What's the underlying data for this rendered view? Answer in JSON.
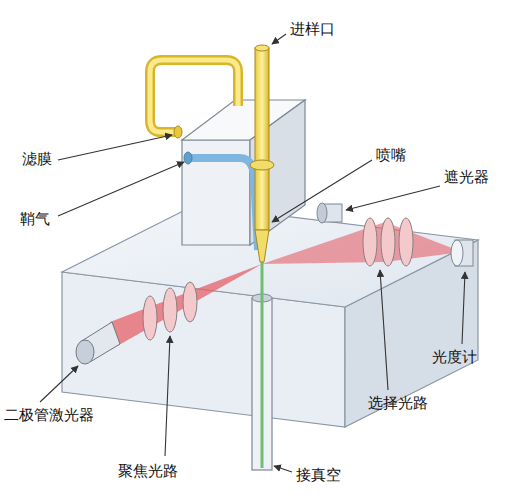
{
  "diagram": {
    "labels": [
      "进样口",
      "滤膜",
      "喷嘴",
      "遮光器",
      "鞘气",
      "二极管激光器",
      "光度计",
      "选择光路",
      "聚焦光路",
      "接真空"
    ]
  }
}
